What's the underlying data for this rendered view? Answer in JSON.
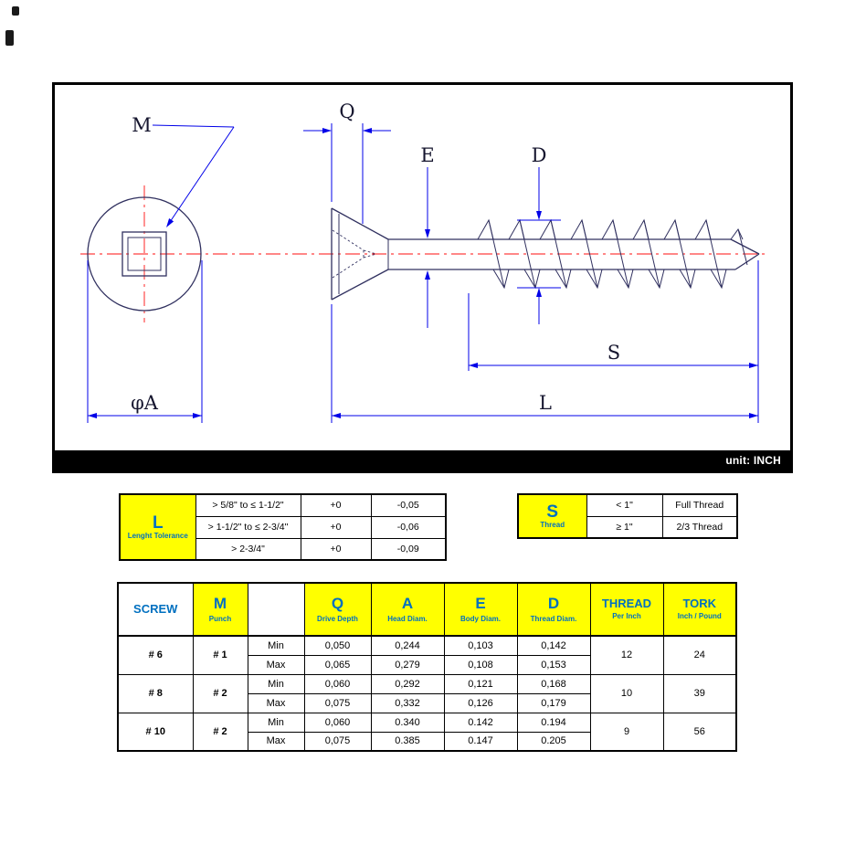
{
  "drawing": {
    "unit_label": "unit: INCH",
    "dim_labels": {
      "m": "M",
      "q": "Q",
      "e": "E",
      "d": "D",
      "s": "S",
      "l": "L",
      "phi_a": "φA"
    }
  },
  "tolerance_table": {
    "title": "L",
    "subtitle": "Lenght Tolerance",
    "rows": [
      {
        "range": "> 5/8\" to ≤ 1-1/2\"",
        "upper": "+0",
        "lower": "-0,05"
      },
      {
        "range": "> 1-1/2\" to ≤ 2-3/4\"",
        "upper": "+0",
        "lower": "-0,06"
      },
      {
        "range": "> 2-3/4\"",
        "upper": "+0",
        "lower": "-0,09"
      }
    ]
  },
  "thread_table": {
    "title": "S",
    "subtitle": "Thread",
    "rows": [
      {
        "condition": "< 1\"",
        "value": "Full Thread"
      },
      {
        "condition": "≥ 1\"",
        "value": "2/3 Thread"
      }
    ]
  },
  "spec_table": {
    "headers": [
      {
        "label": "SCREW",
        "sub": ""
      },
      {
        "label": "M",
        "sub": "Punch"
      },
      {
        "label": "",
        "sub": ""
      },
      {
        "label": "Q",
        "sub": "Drive Depth"
      },
      {
        "label": "A",
        "sub": "Head Diam."
      },
      {
        "label": "E",
        "sub": "Body Diam."
      },
      {
        "label": "D",
        "sub": "Thread Diam."
      },
      {
        "label": "THREAD",
        "sub": "Per Inch"
      },
      {
        "label": "TORK",
        "sub": "Inch / Pound"
      }
    ],
    "row_labels": {
      "min": "Min",
      "max": "Max"
    },
    "groups": [
      {
        "screw": "# 6",
        "punch": "# 1",
        "min": [
          "0,050",
          "0,244",
          "0,103",
          "0,142"
        ],
        "max": [
          "0,065",
          "0,279",
          "0,108",
          "0,153"
        ],
        "thread": "12",
        "tork": "24"
      },
      {
        "screw": "# 8",
        "punch": "# 2",
        "min": [
          "0,060",
          "0,292",
          "0,121",
          "0,168"
        ],
        "max": [
          "0,075",
          "0,332",
          "0,126",
          "0,179"
        ],
        "thread": "10",
        "tork": "39"
      },
      {
        "screw": "# 10",
        "punch": "# 2",
        "min": [
          "0,060",
          "0.340",
          "0.142",
          "0.194"
        ],
        "max": [
          "0,075",
          "0.385",
          "0.147",
          "0.205"
        ],
        "thread": "9",
        "tork": "56"
      }
    ]
  },
  "colors": {
    "accent_blue": "#0070C0",
    "highlight_yellow": "#FFFF00",
    "dimension_blue": "#0000E8",
    "centerline_red": "#FF0F0F"
  }
}
